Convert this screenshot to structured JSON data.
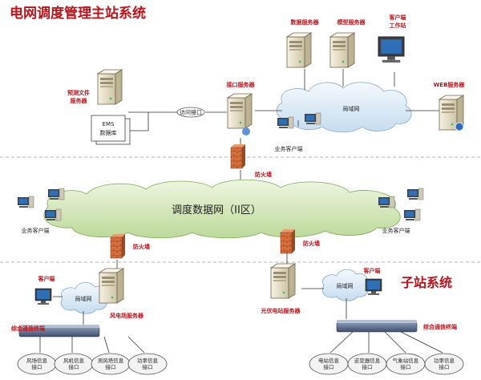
{
  "titles": {
    "master": "电网调度管理主站系统",
    "sub": "子站系统"
  },
  "network": {
    "dispatch": "调度数据网（II区）",
    "lan_top": "局域网",
    "lan_left": "局域网",
    "lan_right": "局域网"
  },
  "labels": {
    "data_server": "数据服务器",
    "model_server": "模型服务器",
    "client_ws_1": "客户端",
    "client_ws_2": "工作站",
    "forecast_1": "预测文件",
    "forecast_2": "服务器",
    "ems_1": "EMS",
    "ems_2": "数据库",
    "access_interface": "访问接口",
    "interface_server": "接口服务器",
    "web_server": "WEB服务器",
    "biz_client_top": "业务客户端",
    "firewall_top": "防火墙",
    "biz_client_left": "业务客户端",
    "biz_client_right": "业务客户端",
    "firewall_left": "防火墙",
    "firewall_right": "防火墙",
    "client_left": "客户端",
    "client_right": "客户端",
    "wind_server": "风电场服务器",
    "pv_server": "光伏电站服务器",
    "terminal_left": "综合通信终端",
    "terminal_right": "综合通信终端"
  },
  "interfaces_left": [
    {
      "l1": "风场信息",
      "l2": "接口"
    },
    {
      "l1": "风机信息",
      "l2": "接口"
    },
    {
      "l1": "测风塔信息",
      "l2": "接口"
    },
    {
      "l1": "功率信息",
      "l2": "接口"
    }
  ],
  "interfaces_right": [
    {
      "l1": "电站信息",
      "l2": "接口"
    },
    {
      "l1": "逆变器信息",
      "l2": "接口"
    },
    {
      "l1": "气象站信息",
      "l2": "接口"
    },
    {
      "l1": "功率信息",
      "l2": "接口"
    }
  ],
  "colors": {
    "title_red": "#b8141c",
    "cloud_green": "#d6e9b8",
    "cloud_blue": "#d9e8f5",
    "firewall": "#d2683a",
    "server": "#ece4cf"
  }
}
